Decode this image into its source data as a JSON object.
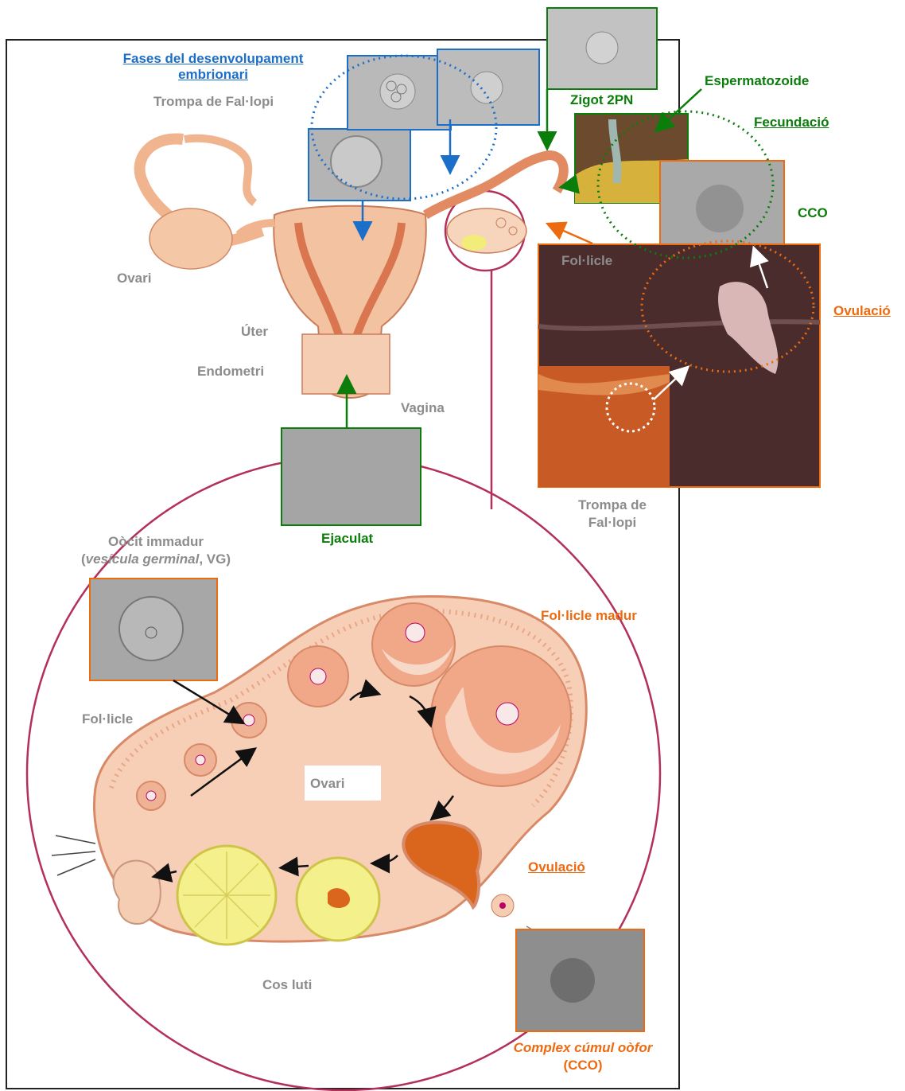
{
  "labels": {
    "fases_line1": "Fases del desenvolupament",
    "fases_line2": "embrionari",
    "trompa_top": "Trompa de Fal·lopi",
    "zigot": "Zigot 2PN",
    "espermatozoide": "Espermatozoide",
    "fecundacio": "Fecundació",
    "cco_right": "CCO",
    "ovari_top": "Ovari",
    "folicle_photo": "Fol·licle",
    "ovulacio_right": "Ovulació",
    "uter": "Úter",
    "endometri": "Endometri",
    "vagina": "Vagina",
    "trompa_bottom_1": "Trompa de",
    "trompa_bottom_2": "Fal·lopi",
    "ejaculat": "Ejaculat",
    "oocit_line1": "Oòcit immadur",
    "oocit_line2_open": "(",
    "oocit_line2_italic": "vesícula germinal",
    "oocit_line2_close": ", VG)",
    "folicle_madur": "Fol·licle madur",
    "folicle_left": "Fol·licle",
    "ovari_center": "Ovari",
    "ovulacio_bottom": "Ovulació",
    "cos_luti": "Cos luti",
    "complex_line1": "Complex cúmul oòfor",
    "complex_line2": "(CCO)"
  },
  "colors": {
    "green": "#0b7d0b",
    "orange": "#ec6a10",
    "blue": "#1c6fc9",
    "gray_text": "#8c8c8c",
    "circle": "#b3305a"
  }
}
